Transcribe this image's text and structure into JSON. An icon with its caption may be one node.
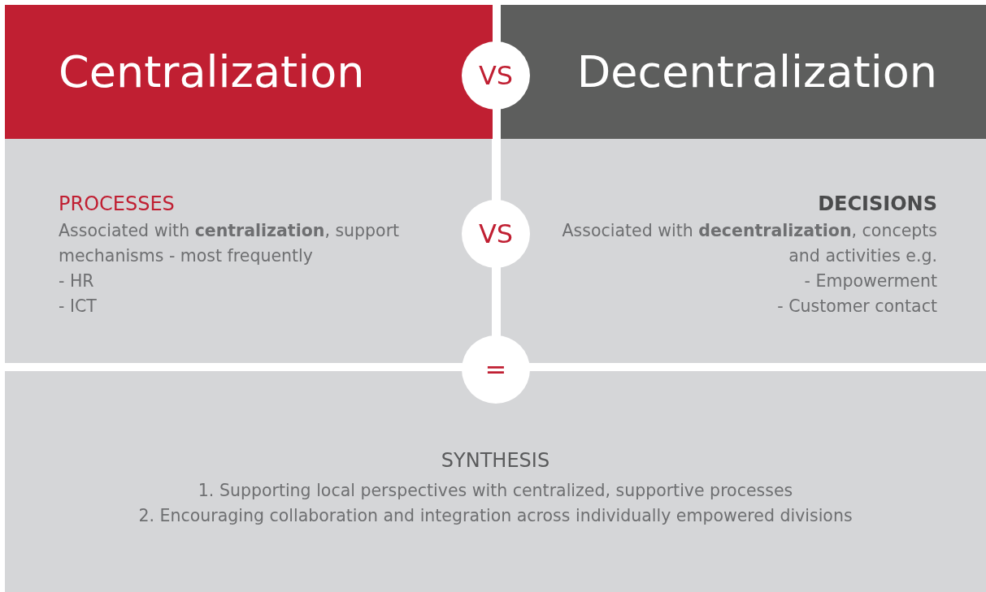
{
  "diagram": {
    "nodes": [
      {
        "text": [
          "Centralization"
        ]
      },
      {
        "text": [
          "Decentralization"
        ]
      },
      {
        "text": [
          "VS"
        ]
      },
      {
        "text": [
          "PROCESSES",
          "Associated with **centralization**, support mechanisms - most frequently",
          "-  HR",
          "-  ICT"
        ]
      },
      {
        "text": [
          "VS"
        ]
      },
      {
        "text": [
          "DECISIONS",
          "Associated with **decentralization**, concepts and activities e.g.",
          "-  Empowerment",
          "-  Customer contact"
        ]
      },
      {
        "text": [
          "="
        ]
      },
      {
        "text": [
          "SYNTHESIS",
          "1.   Supporting local perspectives with centralized, supportive processes",
          "2.   Encouraging collaboration and integration across individually empowered divisions"
        ]
      }
    ]
  }
}
